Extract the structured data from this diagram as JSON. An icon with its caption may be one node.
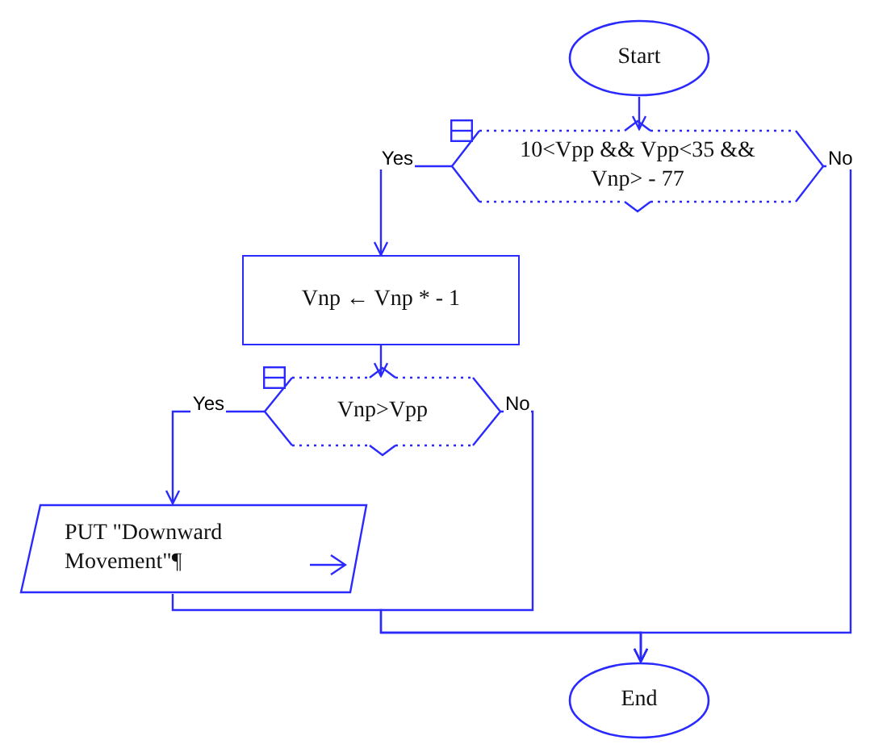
{
  "diagram": {
    "nodes": [
      {
        "text": [
          "Start"
        ]
      },
      {
        "text": [
          "10<Vpp && Vpp<35 && Vnp> - 77"
        ]
      },
      {
        "text": [
          "Vnp ← Vnp *  - 1"
        ]
      },
      {
        "text": [
          "Vnp>Vpp"
        ]
      },
      {
        "text": [
          "PUT \"Downward Movement\"¶"
        ]
      },
      {
        "text": [
          "End"
        ]
      }
    ],
    "edges": [
      {
        "from": 0,
        "to": 1,
        "arrow": "to"
      },
      {
        "from": 1,
        "to": 2,
        "arrow": "to",
        "label": "Yes"
      },
      {
        "from": 2,
        "to": 3,
        "arrow": "to"
      },
      {
        "from": 3,
        "to": 4,
        "arrow": "to",
        "label": "Yes"
      },
      {
        "from": 3,
        "to": 5,
        "arrow": "to",
        "label": "No"
      },
      {
        "from": 4,
        "to": 5,
        "arrow": "to"
      },
      {
        "from": 1,
        "to": 5,
        "arrow": "to",
        "label": "No"
      }
    ]
  }
}
